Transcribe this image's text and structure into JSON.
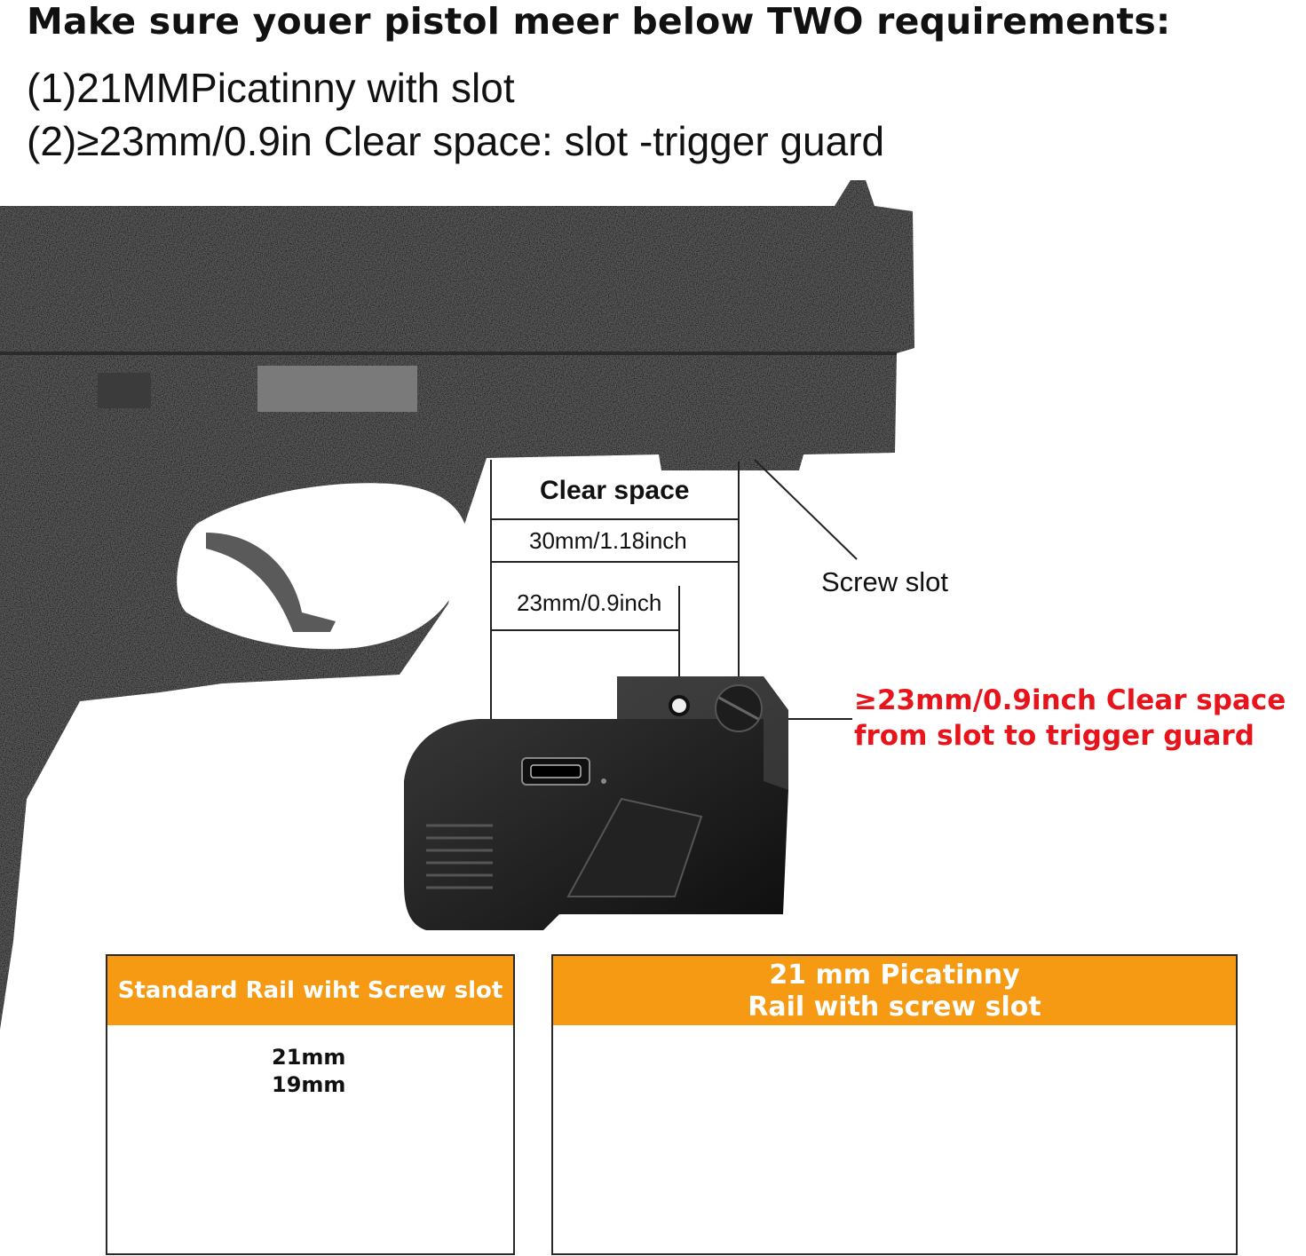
{
  "headline": "Make sure youer pistol meer below TWO requirements:",
  "requirements": [
    "(1)21MMPicatinny with slot",
    "(2)≥23mm/0.9in Clear space: slot -trigger guard"
  ],
  "diagram": {
    "clear_space_label": "Clear space",
    "measure_30": "30mm/1.18inch",
    "measure_23": "23mm/0.9inch",
    "screw_slot_label": "Screw slot",
    "red_note_line1": "≥23mm/0.9inch Clear space",
    "red_note_line2": "from slot to trigger guard"
  },
  "panels": {
    "left_title": "Standard Rail wiht Screw slot",
    "right_title_line1": "21 mm Picatinny",
    "right_title_line2": "Rail with screw slot",
    "dim_outer": "21mm",
    "dim_inner": "19mm"
  },
  "colors": {
    "accent_orange": "#f59a12",
    "warning_red": "#e8141b",
    "pistol_gray": "#5a5a5a",
    "laser_black": "#1b1b1b"
  },
  "icons": [
    "pistol-illustration",
    "laser-sight-illustration",
    "usb-port-icon",
    "rail-cross-section-icon",
    "rail-photo-illustration"
  ]
}
